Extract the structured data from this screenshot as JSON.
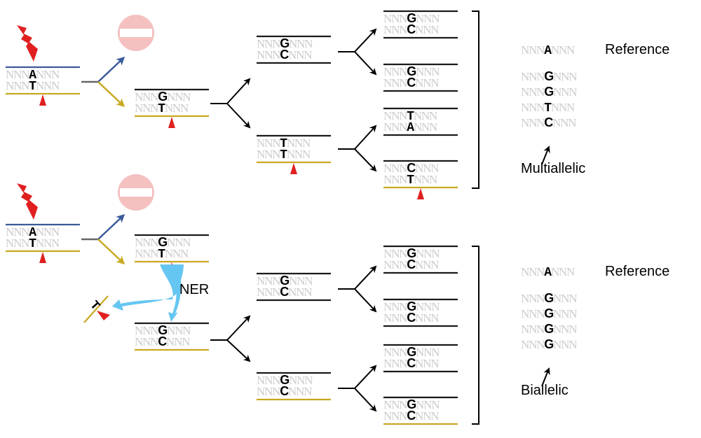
{
  "colors": {
    "strand_black": "#1a1a1a",
    "strand_blue": "#3a5a9a",
    "strand_yellow": "#c8a820",
    "lesion_red": "#e02020",
    "stop_sign": "#f4c0c0",
    "ner_arrow": "#66c6f2",
    "flank_gray": "#cccccc"
  },
  "flank": "NNN",
  "panels": [
    {
      "id": "top",
      "origin": {
        "top": "A",
        "bottom": "T",
        "top_strand": "blue",
        "bottom_strand": "yellow",
        "lesion": true
      },
      "blocked_outcome": "stop-sign",
      "gen1": {
        "top": "G",
        "bottom": "T",
        "top_strand": "black",
        "bottom_strand": "yellow",
        "lesion": true
      },
      "gen2": [
        {
          "top": "G",
          "bottom": "C",
          "top_strand": "black",
          "bottom_strand": "black",
          "lesion": false
        },
        {
          "top": "T",
          "bottom": "T",
          "top_strand": "black",
          "bottom_strand": "yellow",
          "lesion": true
        }
      ],
      "gen3": [
        {
          "top": "G",
          "bottom": "C",
          "top_strand": "black",
          "bottom_strand": "black",
          "lesion": false
        },
        {
          "top": "G",
          "bottom": "C",
          "top_strand": "black",
          "bottom_strand": "black",
          "lesion": false
        },
        {
          "top": "T",
          "bottom": "A",
          "top_strand": "black",
          "bottom_strand": "black",
          "lesion": false
        },
        {
          "top": "C",
          "bottom": "T",
          "top_strand": "black",
          "bottom_strand": "yellow",
          "lesion": true
        }
      ],
      "summary": {
        "reference": "A",
        "reference_label": "Reference",
        "alleles": [
          "G",
          "G",
          "T",
          "C"
        ],
        "result_label": "Multiallelic"
      }
    },
    {
      "id": "bottom",
      "origin": {
        "top": "A",
        "bottom": "T",
        "top_strand": "blue",
        "bottom_strand": "yellow",
        "lesion": true
      },
      "blocked_outcome": "stop-sign",
      "gen1": {
        "top": "G",
        "bottom": "T",
        "top_strand": "black",
        "bottom_strand": "yellow",
        "lesion": true
      },
      "repair": {
        "label": "NER",
        "excised_base": "T",
        "repaired": {
          "top": "G",
          "bottom": "C",
          "top_strand": "black",
          "bottom_strand": "yellow",
          "lesion": false
        }
      },
      "gen2": [
        {
          "top": "G",
          "bottom": "C",
          "top_strand": "black",
          "bottom_strand": "black",
          "lesion": false
        },
        {
          "top": "G",
          "bottom": "C",
          "top_strand": "black",
          "bottom_strand": "yellow",
          "lesion": false
        }
      ],
      "gen3": [
        {
          "top": "G",
          "bottom": "C",
          "top_strand": "black",
          "bottom_strand": "black",
          "lesion": false
        },
        {
          "top": "G",
          "bottom": "C",
          "top_strand": "black",
          "bottom_strand": "black",
          "lesion": false
        },
        {
          "top": "G",
          "bottom": "C",
          "top_strand": "black",
          "bottom_strand": "black",
          "lesion": false
        },
        {
          "top": "G",
          "bottom": "C",
          "top_strand": "black",
          "bottom_strand": "yellow",
          "lesion": false
        }
      ],
      "summary": {
        "reference": "A",
        "reference_label": "Reference",
        "alleles": [
          "G",
          "G",
          "G",
          "G"
        ],
        "result_label": "Biallelic"
      }
    }
  ]
}
